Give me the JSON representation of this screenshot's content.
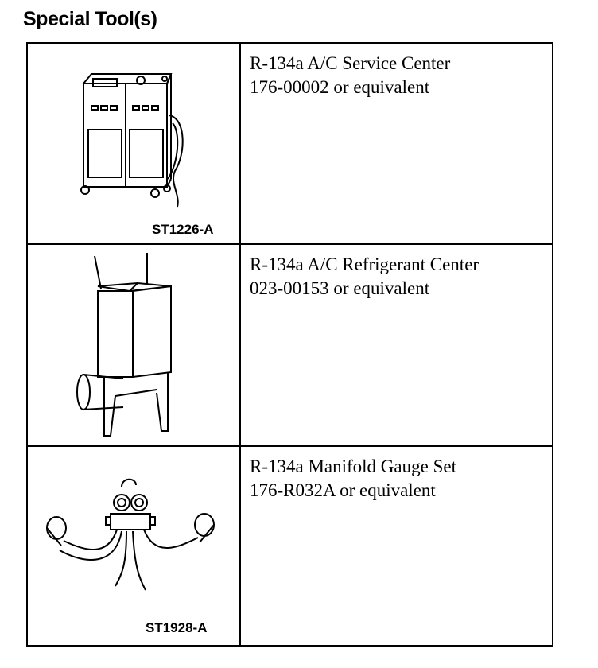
{
  "title": "Special Tool(s)",
  "tools": [
    {
      "code": "ST1226-A",
      "name": "R-134a A/C Service Center",
      "number": "176-00002 or equivalent"
    },
    {
      "code": "",
      "name": "R-134a A/C Refrigerant Center",
      "number": "023-00153 or equivalent"
    },
    {
      "code": "ST1928-A",
      "name": "R-134a Manifold Gauge Set",
      "number": "176-R032A or equivalent"
    }
  ]
}
